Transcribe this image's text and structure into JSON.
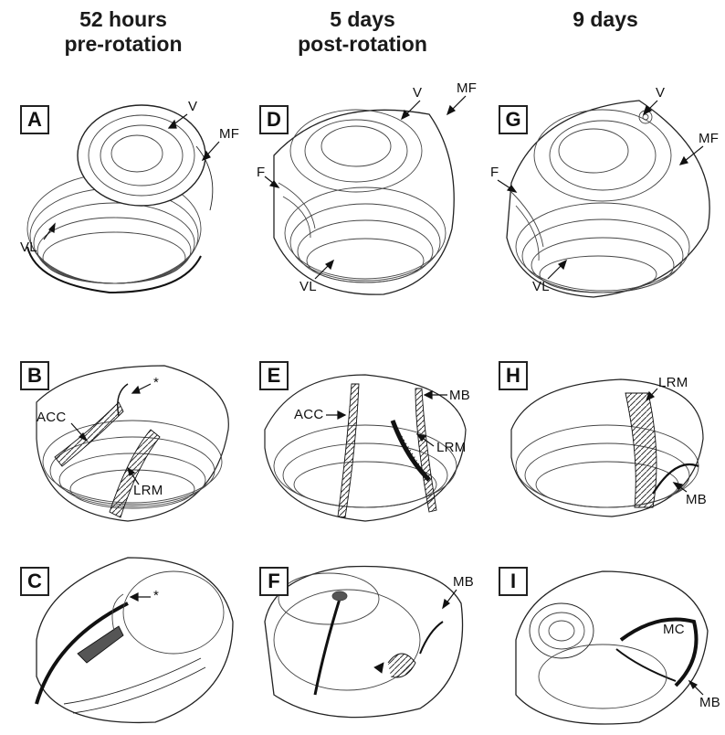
{
  "columns": [
    {
      "line1": "52 hours",
      "line2": "pre-rotation"
    },
    {
      "line1": "5 days",
      "line2": "post-rotation"
    },
    {
      "line1": "9 days",
      "line2": ""
    }
  ],
  "panels": [
    "A",
    "B",
    "C",
    "D",
    "E",
    "F",
    "G",
    "H",
    "I"
  ],
  "labels": {
    "A": {
      "v": "V",
      "mf": "MF",
      "vl": "VL"
    },
    "B": {
      "acc": "ACC",
      "lrm": "LRM",
      "star": "*"
    },
    "C": {
      "star": "*"
    },
    "D": {
      "v": "V",
      "mf": "MF",
      "f": "F",
      "vl": "VL"
    },
    "E": {
      "acc": "ACC",
      "mb": "MB",
      "lrm": "LRM"
    },
    "F": {
      "mb": "MB"
    },
    "G": {
      "v": "V",
      "mf": "MF",
      "f": "F",
      "vl": "VL"
    },
    "H": {
      "lrm": "LRM",
      "mb": "MB"
    },
    "I": {
      "mc": "MC",
      "mb": "MB"
    }
  }
}
